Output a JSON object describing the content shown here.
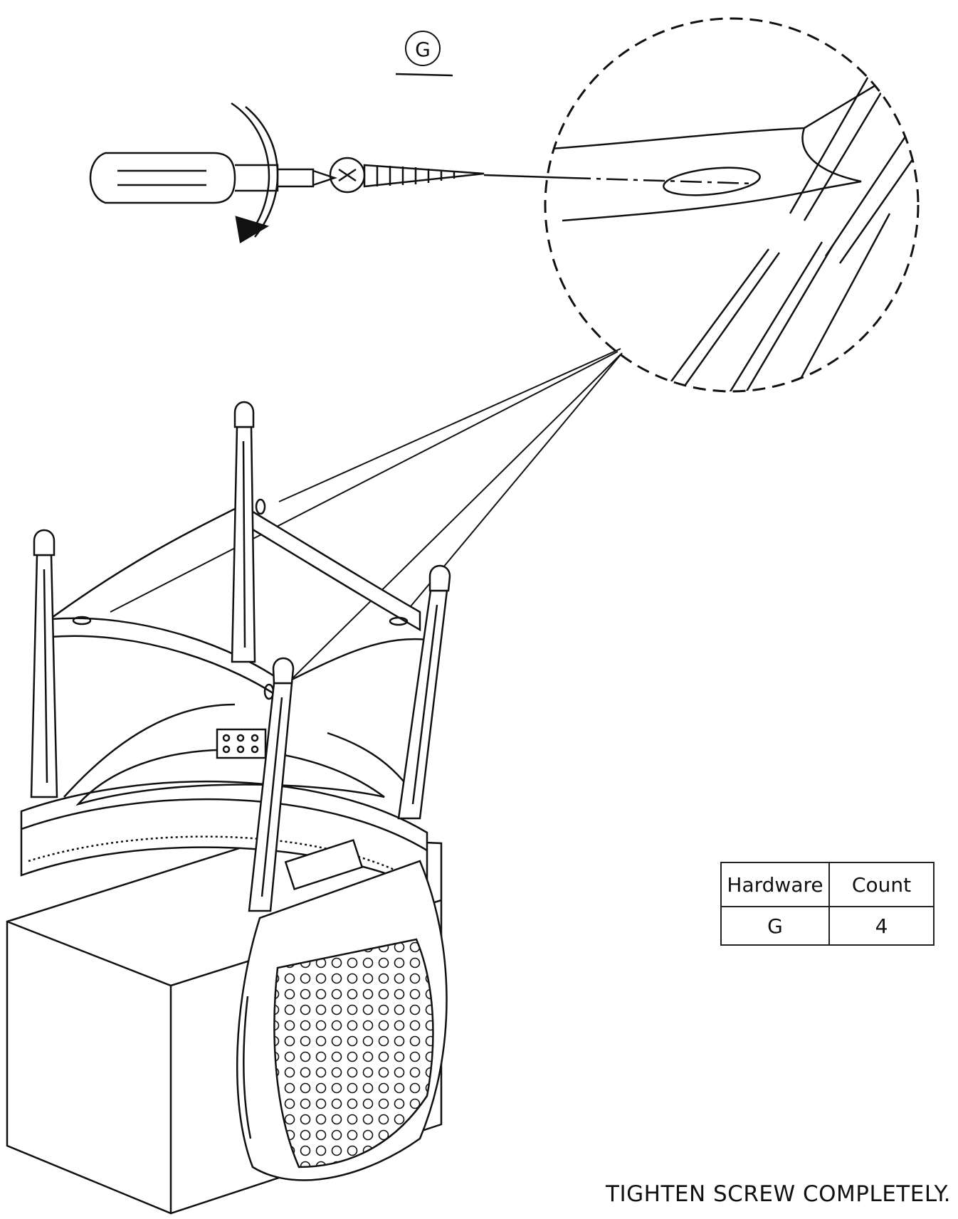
{
  "part_label": "G",
  "hardware_table": {
    "headers": [
      "Hardware",
      "Count"
    ],
    "rows": [
      [
        "G",
        "4"
      ]
    ]
  },
  "instruction": "TIGHTEN SCREW COMPLETELY.",
  "colors": {
    "line": "#111111",
    "background": "#ffffff"
  }
}
